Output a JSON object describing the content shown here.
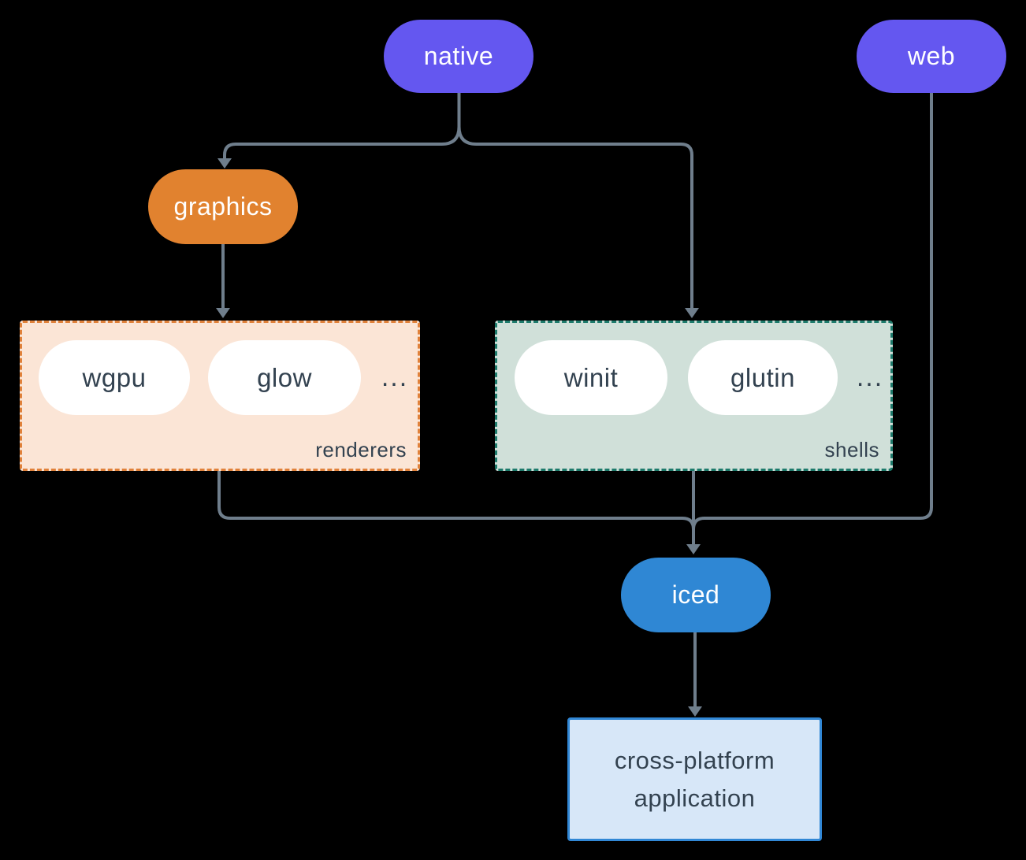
{
  "nodes": {
    "native": {
      "label": "native",
      "color": "#6457f0"
    },
    "web": {
      "label": "web",
      "color": "#6457f0"
    },
    "graphics": {
      "label": "graphics",
      "color": "#e1822f"
    },
    "iced": {
      "label": "iced",
      "color": "#2f87d4"
    },
    "application": {
      "line1": "cross-platform",
      "line2": "application",
      "fill": "#d7e7f8",
      "border": "#3187d5"
    }
  },
  "groups": {
    "renderers": {
      "label": "renderers",
      "fill": "#fbe5d6",
      "border": "#e0813a",
      "items": [
        "wgpu",
        "glow"
      ],
      "ellipsis": "..."
    },
    "shells": {
      "label": "shells",
      "fill": "#d0e0d9",
      "border": "#1d7a6b",
      "items": [
        "winit",
        "glutin"
      ],
      "ellipsis": "..."
    }
  },
  "colors": {
    "background": "#000000",
    "connector": "#6f7e8c",
    "pill_text_dark": "#334250",
    "pill_text_light": "#ffffff"
  }
}
